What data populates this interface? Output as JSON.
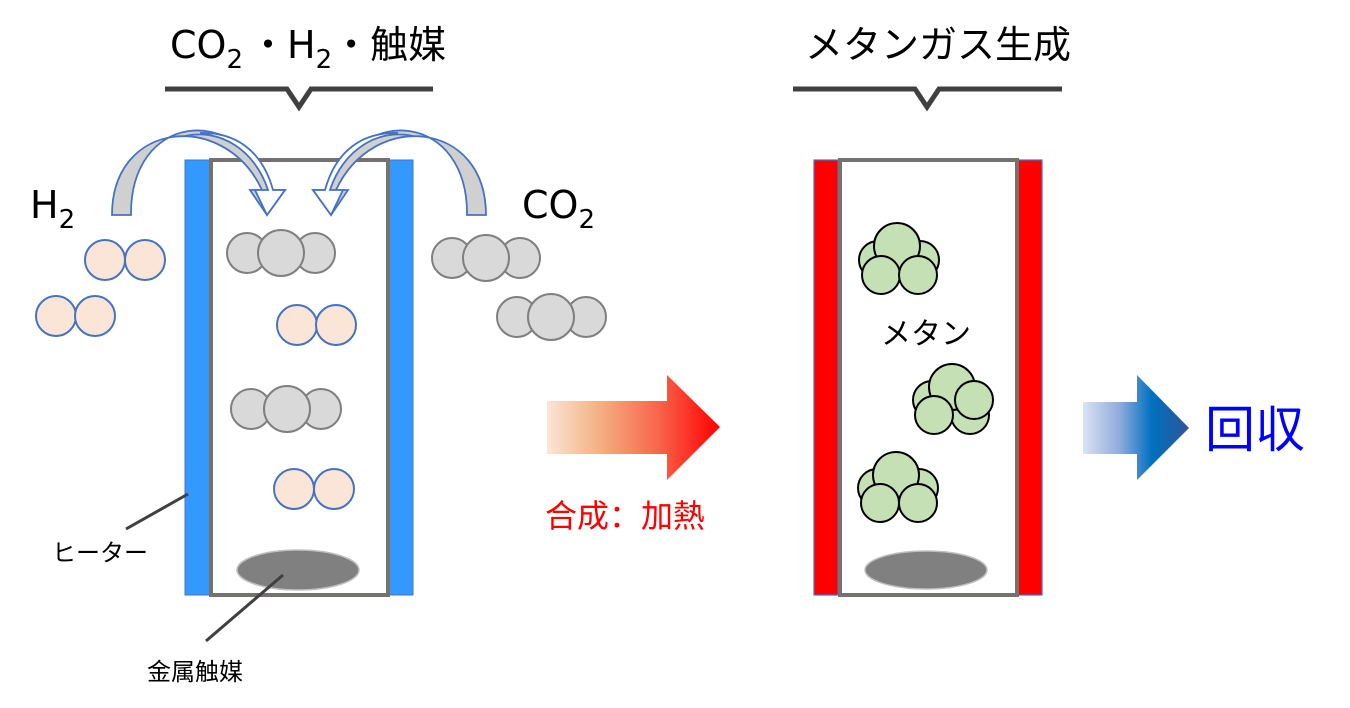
{
  "left_panel": {
    "heading": "CO₂ ・H₂・触媒",
    "heading_parts": {
      "co": "CO",
      "sub1": "2",
      "dot1": "・",
      "h": "H",
      "sub2": "2",
      "dot2": "・",
      "cat": "触媒"
    },
    "h2_label": {
      "main": "H",
      "sub": "2"
    },
    "co2_label": {
      "main": "CO",
      "sub": "2"
    },
    "heater_label": "ヒーター",
    "catalyst_label": "金属触媒"
  },
  "process_arrow": {
    "label": "合成：加熱"
  },
  "right_panel": {
    "heading": "メタンガス生成",
    "methane_label": "メタン"
  },
  "recovery": {
    "label": "回収"
  },
  "colors": {
    "heater_cold": "#3399ff",
    "heater_hot": "#ff0000",
    "vessel_border": "#767171",
    "h2_fill": "#fbe5d6",
    "h2_stroke": "#4472c4",
    "co2_fill": "#d9d9d9",
    "co2_stroke": "#7f7f7f",
    "methane_fill": "#c5e0b4",
    "catalyst_fill": "#808080",
    "process_text": "#ff0000",
    "recovery_text": "#0000ff"
  }
}
